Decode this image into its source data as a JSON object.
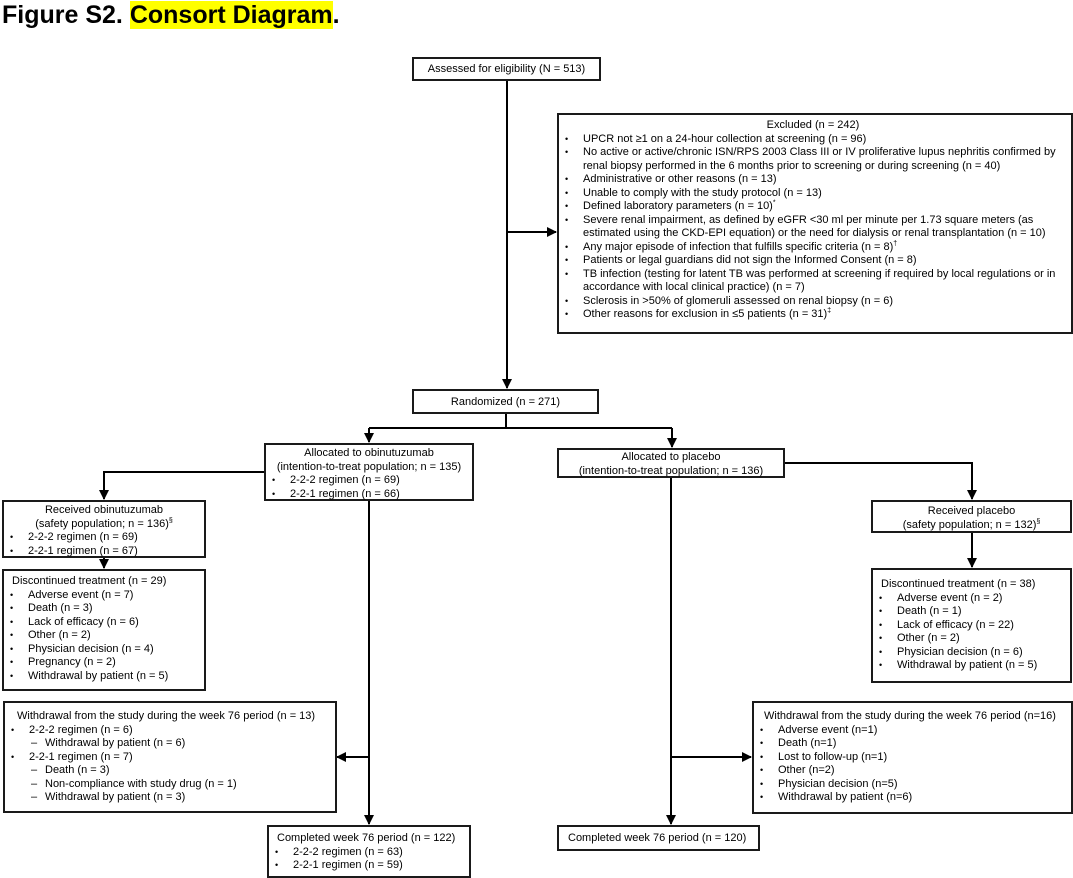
{
  "figure": {
    "label": "Figure S2. ",
    "title": "Consort Diagram",
    "end": ".",
    "highlight_color": "#ffff00"
  },
  "assessed": {
    "text": "Assessed for eligibility (N = 513)"
  },
  "excluded": {
    "header": "Excluded (n = 242)",
    "items": [
      "UPCR not ≥1 on a 24-hour collection at screening (n = 96)",
      "No active or active/chronic ISN/RPS 2003 Class III or IV proliferative lupus nephritis confirmed by renal biopsy performed in the 6 months prior to screening or during screening (n = 40)",
      "Administrative or other reasons (n = 13)",
      "Unable to comply with the study protocol (n = 13)",
      "Defined laboratory parameters (n = 10)*",
      "Severe renal impairment, as defined by eGFR <30 ml per minute per 1.73 square meters (as estimated using the CKD-EPI equation) or the need for dialysis or renal transplantation (n = 10)",
      "Any major episode of infection that fulfills specific criteria (n = 8)†",
      "Patients or legal guardians did not sign the Informed Consent (n = 8)",
      "TB infection (testing for latent TB was performed at screening if required by local regulations or in accordance with local clinical practice) (n = 7)",
      "Sclerosis in >50% of glomeruli assessed on renal biopsy (n = 6)",
      "Other reasons for exclusion in ≤5 patients (n = 31)‡"
    ]
  },
  "randomized": {
    "text": "Randomized (n = 271)"
  },
  "alloc_obi": {
    "line1": "Allocated to obinutuzumab",
    "line2": "(intention-to-treat population; n = 135)",
    "items": [
      "2-2-2 regimen (n = 69)",
      "2-2-1 regimen (n = 66)"
    ]
  },
  "alloc_pbo": {
    "line1": "Allocated to placebo",
    "line2": "(intention-to-treat population; n = 136)"
  },
  "recv_obi": {
    "line1": "Received obinutuzumab",
    "line2": "(safety population; n = 136)§",
    "items": [
      "2-2-2 regimen (n = 69)",
      "2-2-1 regimen (n = 67)"
    ]
  },
  "recv_pbo": {
    "line1": "Received placebo",
    "line2": "(safety population; n = 132)§"
  },
  "disc_obi": {
    "header": "Discontinued treatment (n = 29)",
    "items": [
      "Adverse event (n = 7)",
      "Death (n = 3)",
      "Lack of efficacy (n = 6)",
      "Other (n = 2)",
      "Physician decision (n = 4)",
      "Pregnancy (n = 2)",
      "Withdrawal by patient (n = 5)"
    ]
  },
  "disc_pbo": {
    "header": "Discontinued treatment (n = 38)",
    "items": [
      "Adverse event (n = 2)",
      "Death (n = 1)",
      "Lack of efficacy (n = 22)",
      "Other (n = 2)",
      "Physician decision (n = 6)",
      "Withdrawal by patient (n = 5)"
    ]
  },
  "wd_obi": {
    "header": "Withdrawal from the study during the week 76 period (n = 13)",
    "items": [
      {
        "text": "2-2-2 regimen (n = 6)",
        "level": 0
      },
      {
        "text": "Withdrawal by patient (n = 6)",
        "level": 1
      },
      {
        "text": "2-2-1 regimen (n = 7)",
        "level": 0
      },
      {
        "text": "Death (n = 3)",
        "level": 1
      },
      {
        "text": "Non-compliance with study drug (n = 1)",
        "level": 1
      },
      {
        "text": "Withdrawal by patient (n = 3)",
        "level": 1
      }
    ]
  },
  "wd_pbo": {
    "header": "Withdrawal from the study during the week 76 period (n=16)",
    "items": [
      "Adverse event (n=1)",
      "Death (n=1)",
      "Lost to follow-up (n=1)",
      "Other (n=2)",
      "Physician decision (n=5)",
      "Withdrawal by patient (n=6)"
    ]
  },
  "comp_obi": {
    "header": "Completed week 76 period (n = 122)",
    "items": [
      "2-2-2 regimen (n = 63)",
      "2-2-1 regimen (n = 59)"
    ]
  },
  "comp_pbo": {
    "header": "Completed week 76 period (n = 120)"
  }
}
